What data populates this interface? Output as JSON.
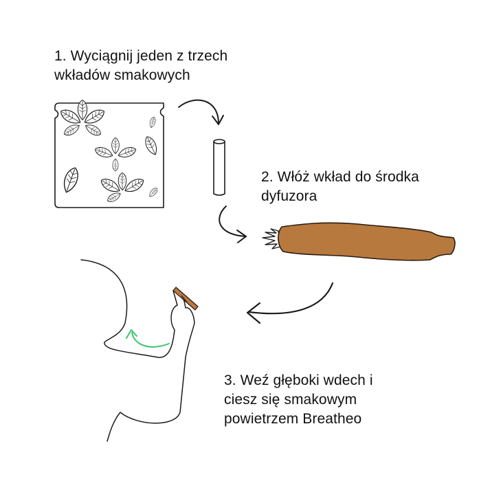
{
  "steps": [
    {
      "line1": "1. Wyciągnij jeden z trzech",
      "line2": "wkładów smakowych"
    },
    {
      "line1": "2. Włóż wkład do środka",
      "line2": "dyfuzora"
    },
    {
      "line1": "3. Weź głęboki wdech i",
      "line2": "ciesz się smakowym",
      "line3": "powietrzem Breatheo"
    }
  ],
  "colors": {
    "stroke": "#1a1a1a",
    "diffuser": "#b8793f",
    "diffuser_outline": "#2a1a0e",
    "breath_arrow": "#3cc36e"
  },
  "icons": [
    "mint-sachet-icon",
    "flavor-stick-icon",
    "diffuser-icon",
    "person-inhaling-icon",
    "curved-arrow-icon",
    "breath-arrow-icon"
  ]
}
